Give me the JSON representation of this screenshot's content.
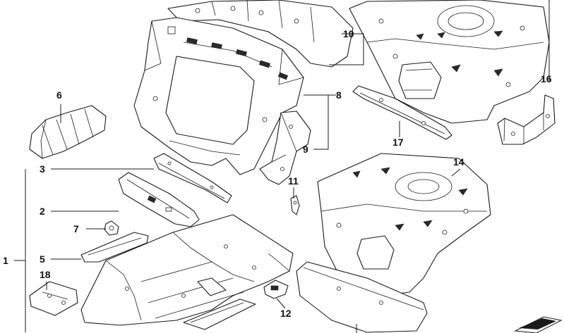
{
  "callouts": {
    "c1": "1",
    "c2": "2",
    "c3": "3",
    "c5": "5",
    "c6": "6",
    "c7": "7",
    "c8": "8",
    "c9": "9",
    "c10": "10",
    "c11": "11",
    "c12": "12",
    "c14": "14",
    "c16": "16",
    "c17": "17",
    "c18": "18"
  },
  "icons": {
    "corner": "arrow-icon"
  }
}
